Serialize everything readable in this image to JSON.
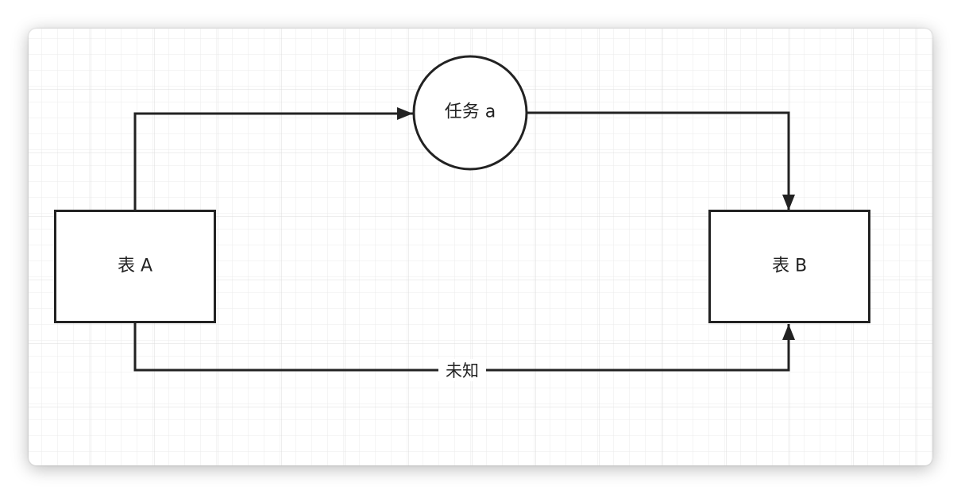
{
  "diagram": {
    "nodes": {
      "table_a": {
        "label": "表 A"
      },
      "task_a": {
        "label": "任务 a"
      },
      "table_b": {
        "label": "表 B"
      }
    },
    "edges": {
      "unknown": {
        "label": "未知"
      }
    }
  },
  "colors": {
    "stroke": "#222222",
    "grid_minor": "#ebebeb",
    "grid_major": "#dcdcdc",
    "background": "#ffffff"
  }
}
